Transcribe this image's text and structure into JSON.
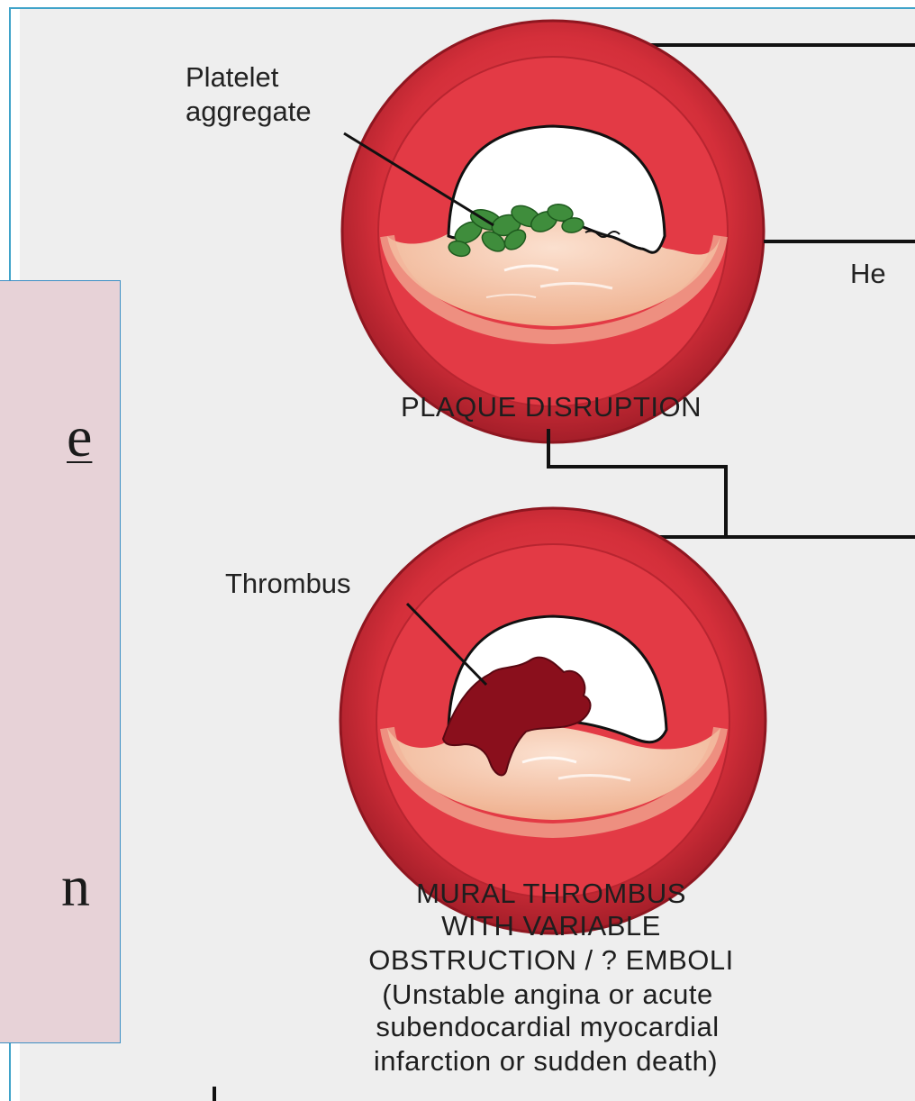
{
  "diagram": {
    "stage1": {
      "label": "Platelet aggregate",
      "label_lines": [
        "Platelet",
        "aggregate"
      ],
      "caption": "PLAQUE DISRUPTION",
      "side_label": "He"
    },
    "stage2": {
      "label": "Thrombus",
      "caption_lines": [
        "MURAL THROMBUS",
        "WITH VARIABLE",
        "OBSTRUCTION / ? EMBOLI",
        "(Unstable angina or acute",
        "subendocardial myocardial",
        "infarction or sudden death)"
      ]
    },
    "colors": {
      "vessel_wall": "#d42f3a",
      "vessel_rim": "#9e1c26",
      "plaque": "#f5c3a6",
      "platelets": "#3f8d3c",
      "thrombus": "#8a0f1c",
      "background": "#eeeeee"
    }
  },
  "overlay_box": {
    "fragment_1": "e",
    "fragment_2": "n",
    "background": "#e7d2d7",
    "border": "#3d8fc4"
  }
}
